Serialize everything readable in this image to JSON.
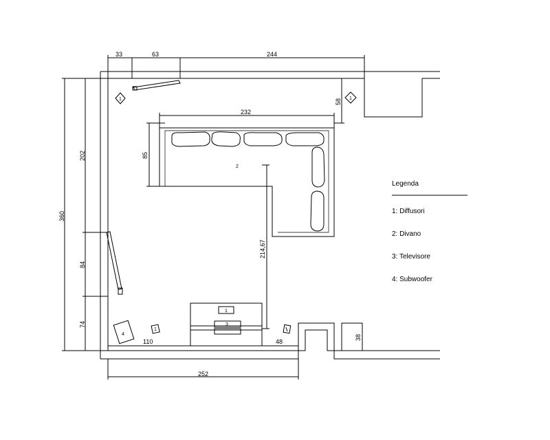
{
  "dimensions": {
    "top_left_gap": "33",
    "top_door": "63",
    "top_right": "244",
    "height_total": "360",
    "height_upper": "202",
    "height_window": "84",
    "height_lower": "74",
    "sofa_width": "232",
    "sofa_depth": "85",
    "wall_offset": "58",
    "tv_distance": "214,67",
    "bottom_left": "110",
    "bottom_right": "48",
    "bottom_total": "252",
    "niche": "38"
  },
  "markers": {
    "speaker": "1",
    "sofa": "2",
    "tv": "3",
    "subwoofer": "4"
  },
  "legend": {
    "title": "Legenda",
    "items": [
      "1: Diffusori",
      "2: Divano",
      "3: Televisore",
      "4: Subwoofer"
    ]
  }
}
